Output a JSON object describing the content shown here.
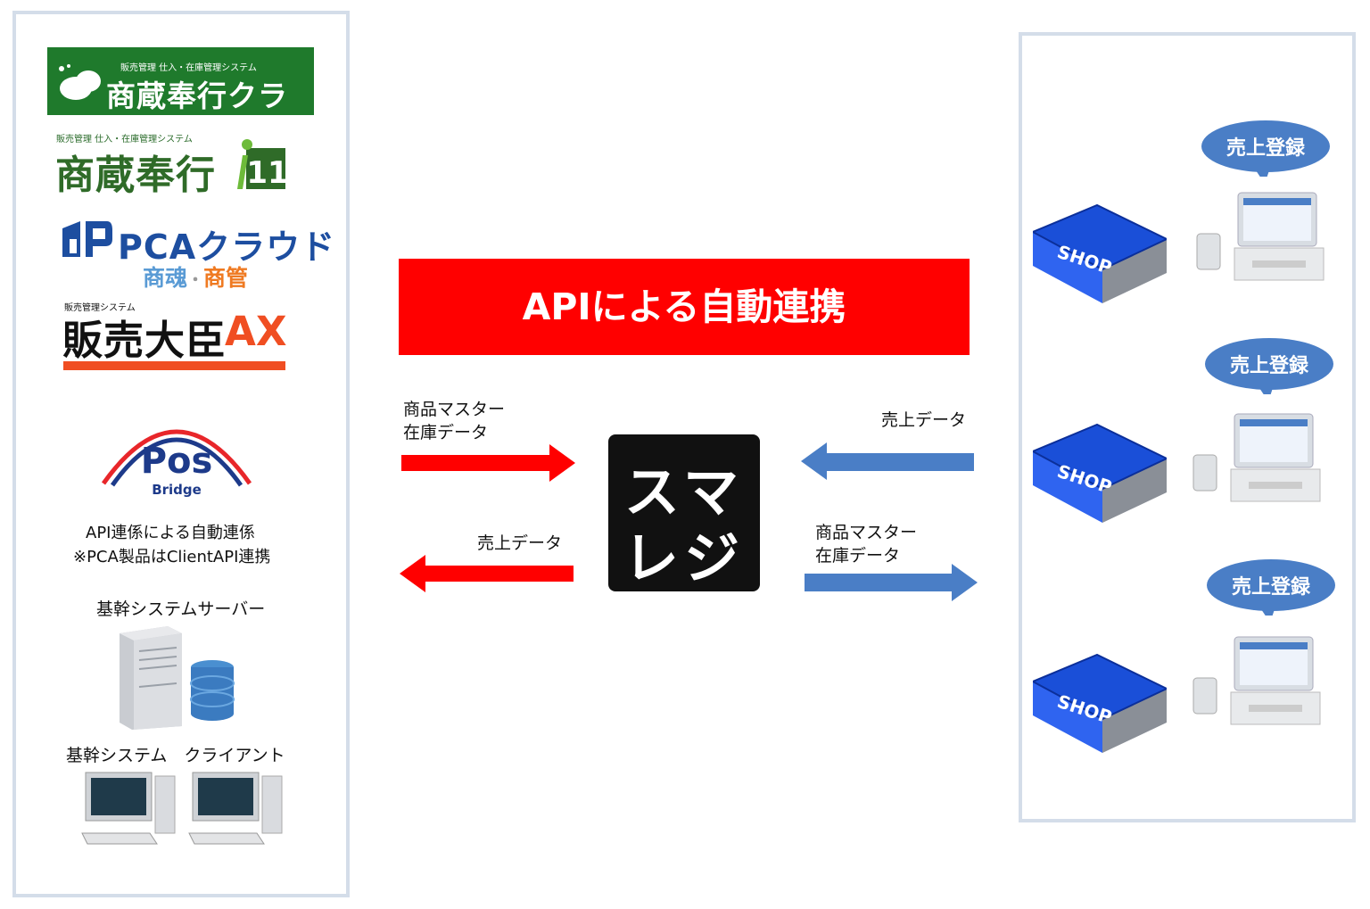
{
  "left_panel": {
    "logo1": {
      "small": "販売管理 仕入・在庫管理システム",
      "big": "商蔵奉行クラウド"
    },
    "logo2": {
      "small": "販売管理 仕入・在庫管理システム",
      "big": "商蔵奉行",
      "badge": "11"
    },
    "logo3": {
      "title": "PCAクラウド",
      "sub_a": "商魂",
      "sub_sep": "・",
      "sub_b": "商管"
    },
    "logo4": {
      "small": "販売管理システム",
      "big": "販売大臣",
      "accent": "AX"
    },
    "logo5": {
      "pos": "Pos",
      "bridge": "Bridge"
    },
    "note_line1": "API連係による自動連係",
    "note_line2": "※PCA製品はClientAPI連携",
    "server_label": "基幹システムサーバー",
    "client_label": "基幹システム　クライアント"
  },
  "center": {
    "banner": "APIによる自動連携",
    "top_left_label_1": "商品マスター",
    "top_left_label_2": "在庫データ",
    "bottom_left_label": "売上データ",
    "top_right_label": "売上データ",
    "bottom_right_label_1": "商品マスター",
    "bottom_right_label_2": "在庫データ",
    "smaregi_line1": "スマ",
    "smaregi_line2": "レジ"
  },
  "right_panel": {
    "shops": [
      {
        "bubble": "売上登録",
        "shop_text": "SHOP"
      },
      {
        "bubble": "売上登録",
        "shop_text": "SHOP"
      },
      {
        "bubble": "売上登録",
        "shop_text": "SHOP"
      }
    ]
  },
  "colors": {
    "red": "#ff0000",
    "blue": "#4a7ec6",
    "bubble": "#4a7ec6",
    "green": "#1f7a2c"
  }
}
